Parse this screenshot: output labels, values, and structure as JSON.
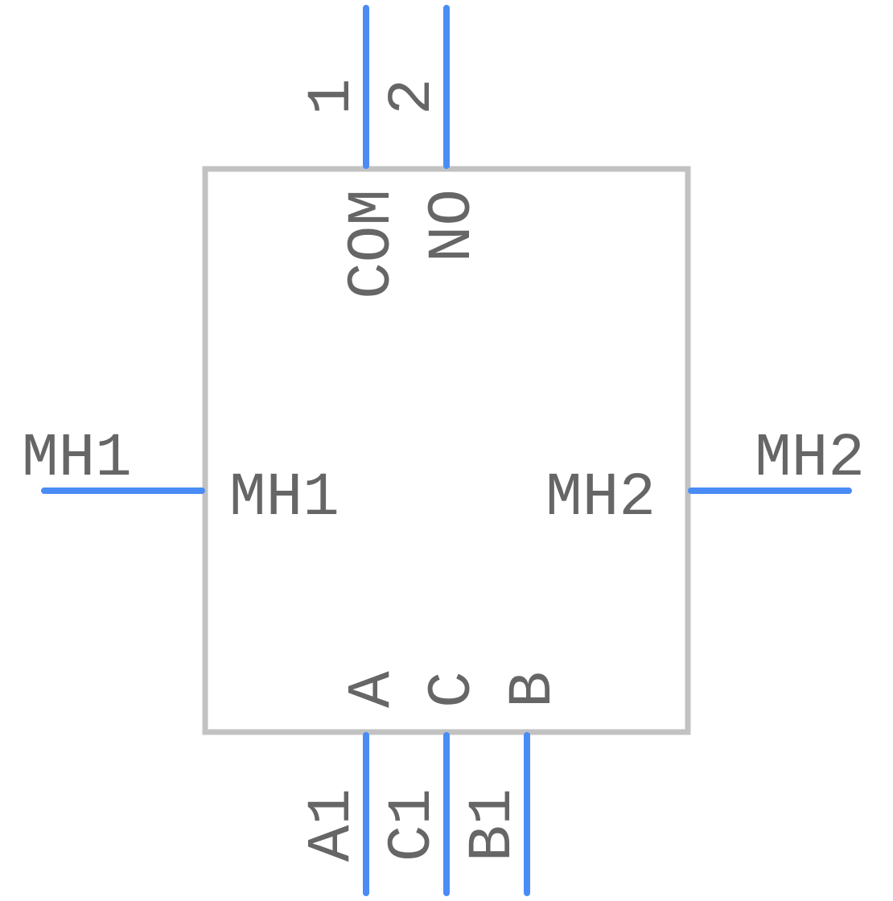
{
  "colors": {
    "body_outline": "#c2c2c2",
    "pin": "#4a8cf5",
    "text": "#666666",
    "background": "#ffffff"
  },
  "pins": {
    "pin1": {
      "number": "1",
      "name": "COM"
    },
    "pin2": {
      "number": "2",
      "name": "NO"
    },
    "mh1": {
      "number": "MH1",
      "name": "MH1"
    },
    "mh2": {
      "number": "MH2",
      "name": "MH2"
    },
    "a1": {
      "number": "A1",
      "name": "A"
    },
    "c1": {
      "number": "C1",
      "name": "C"
    },
    "b1": {
      "number": "B1",
      "name": "B"
    }
  }
}
